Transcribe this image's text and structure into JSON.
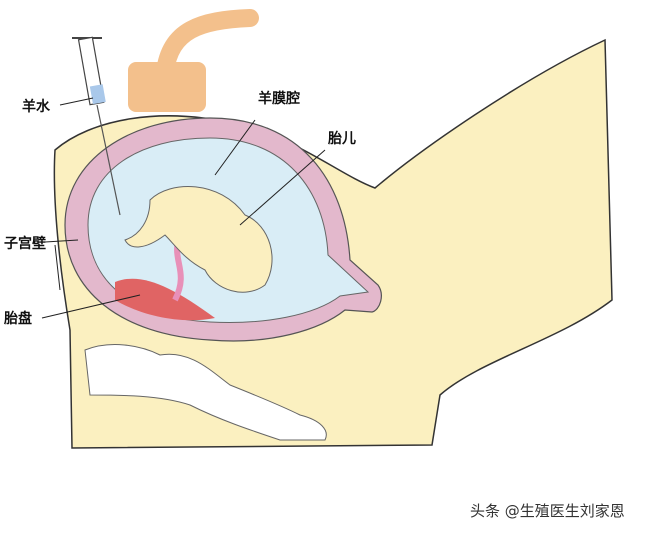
{
  "labels": {
    "amniotic_fluid": "羊水",
    "amniotic_cavity": "羊膜腔",
    "fetus": "胎儿",
    "uterine_wall": "子宫壁",
    "placenta": "胎盘"
  },
  "watermark": "头条 @生殖医生刘家恩",
  "colors": {
    "body": "#fbf0c0",
    "uterine_wall": "#e3b8cc",
    "amniotic_fluid": "#d9edf6",
    "placenta": "#e06464",
    "fetus": "#fbefc0",
    "probe": "#f3c08c"
  }
}
